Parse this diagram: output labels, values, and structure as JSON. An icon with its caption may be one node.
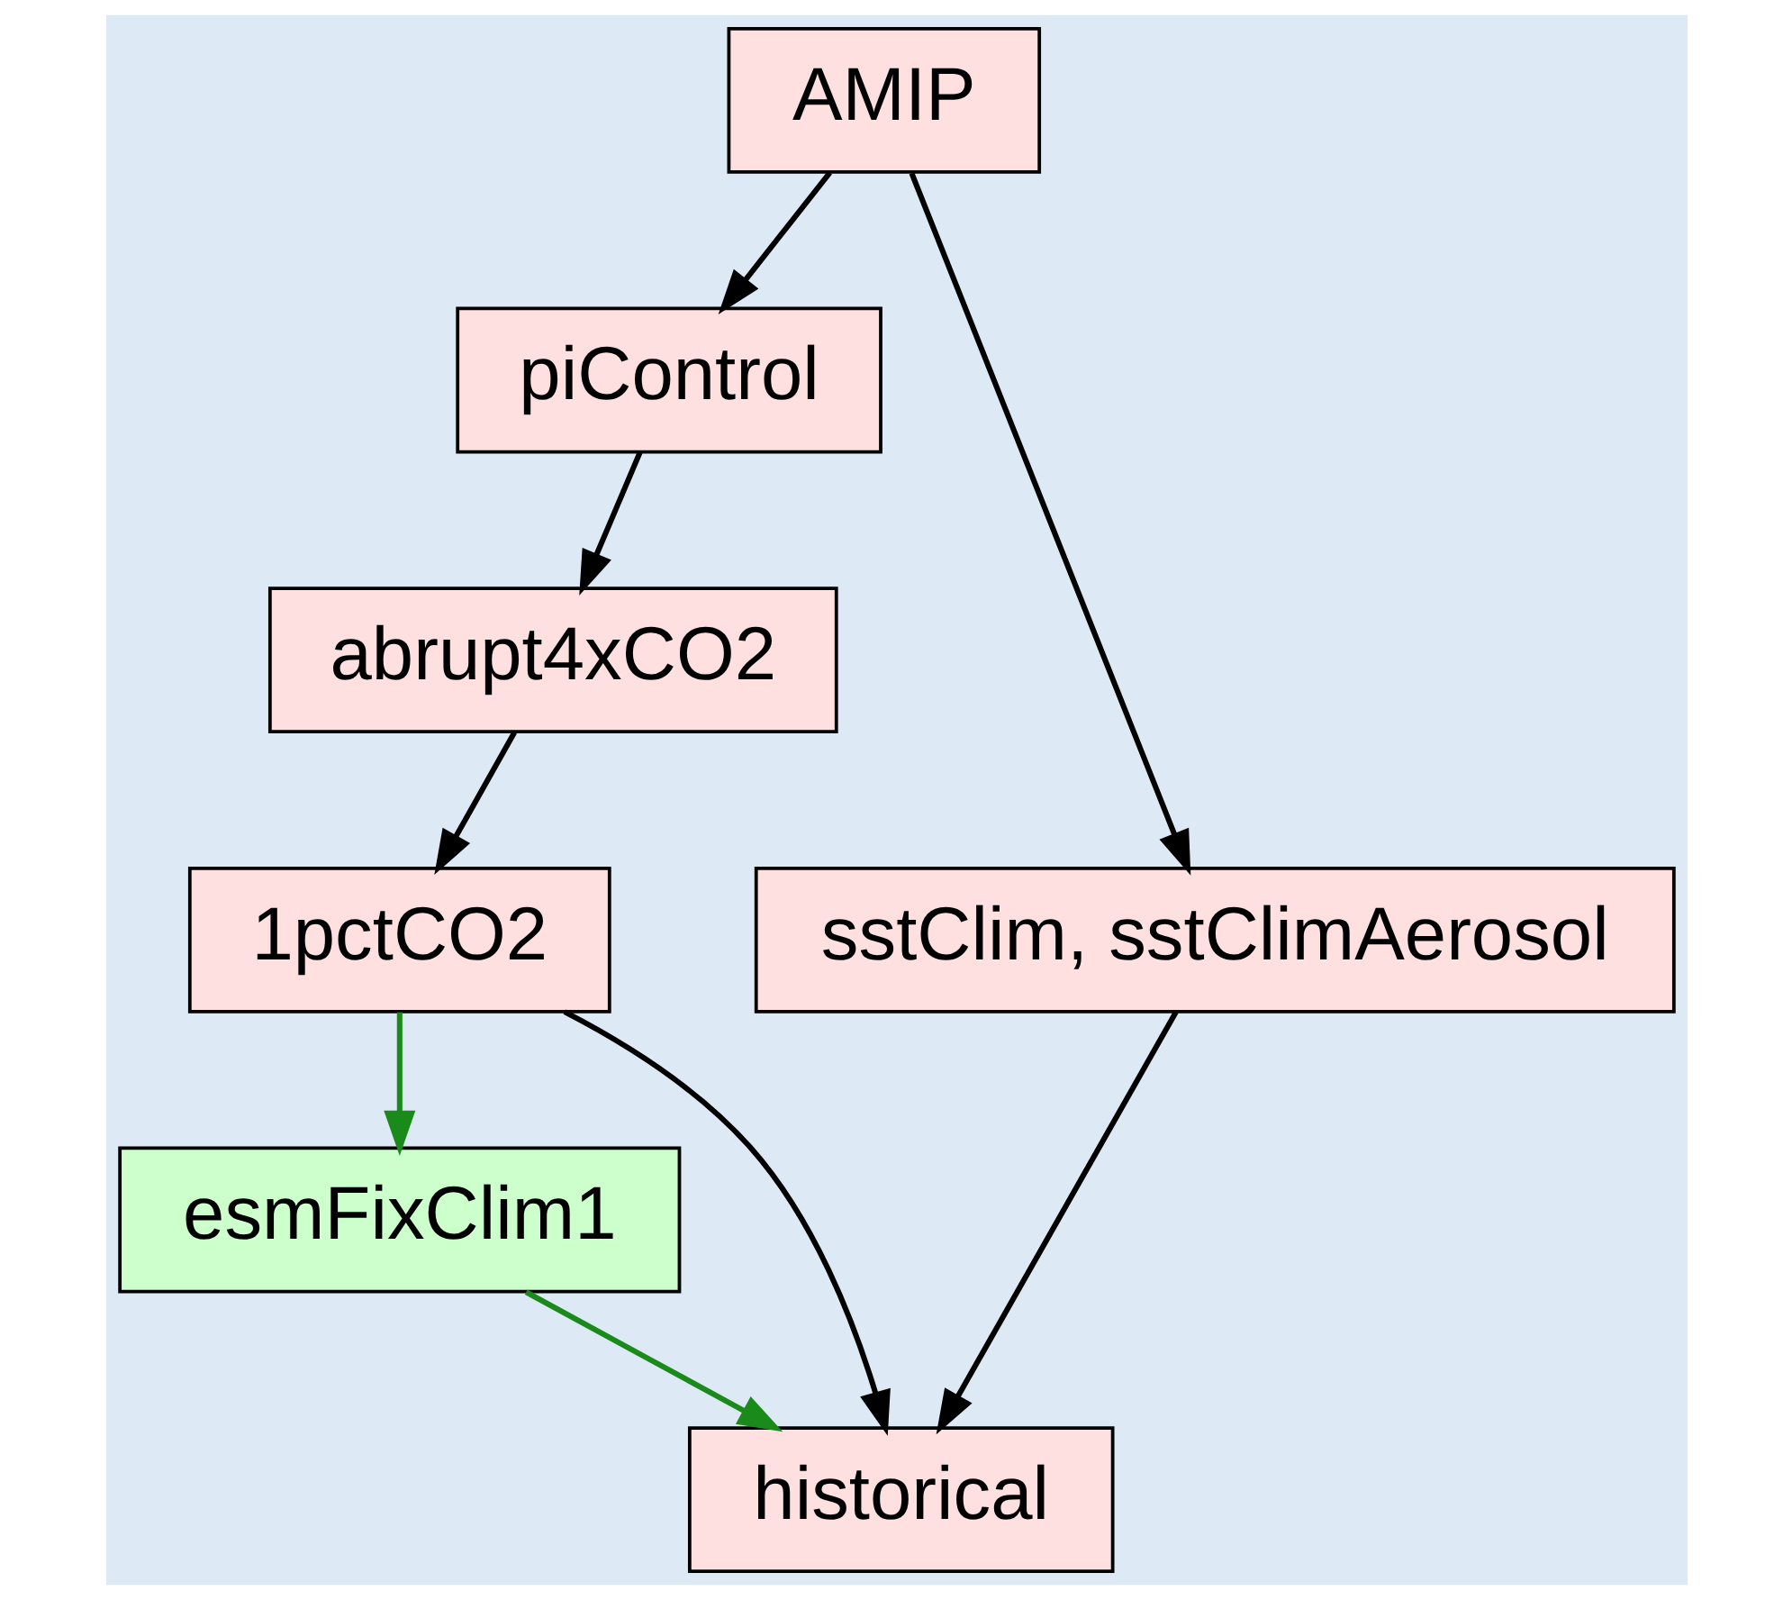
{
  "diagram": {
    "nodes": [
      {
        "text": [
          "AMIP"
        ]
      },
      {
        "text": [
          "piControl"
        ]
      },
      {
        "text": [
          "abrupt4xCO2"
        ]
      },
      {
        "text": [
          "sstClim, sstClimAerosol"
        ]
      },
      {
        "text": [
          "1pctCO2"
        ]
      },
      {
        "text": [
          "esmFixClim1"
        ]
      },
      {
        "text": [
          "historical"
        ]
      }
    ],
    "edges": [
      {
        "from": 0,
        "to": 1,
        "arrow": "to"
      },
      {
        "from": 0,
        "to": 3,
        "arrow": "to"
      },
      {
        "from": 1,
        "to": 2,
        "arrow": "to"
      },
      {
        "from": 2,
        "to": 4,
        "arrow": "to"
      },
      {
        "from": 3,
        "to": 6,
        "arrow": "to"
      },
      {
        "from": 4,
        "to": 6,
        "arrow": "to"
      },
      {
        "from": 4,
        "to": 5,
        "arrow": "to",
        "color": "#1a8a1a"
      },
      {
        "from": 5,
        "to": 6,
        "arrow": "to",
        "color": "#1a8a1a"
      }
    ]
  }
}
